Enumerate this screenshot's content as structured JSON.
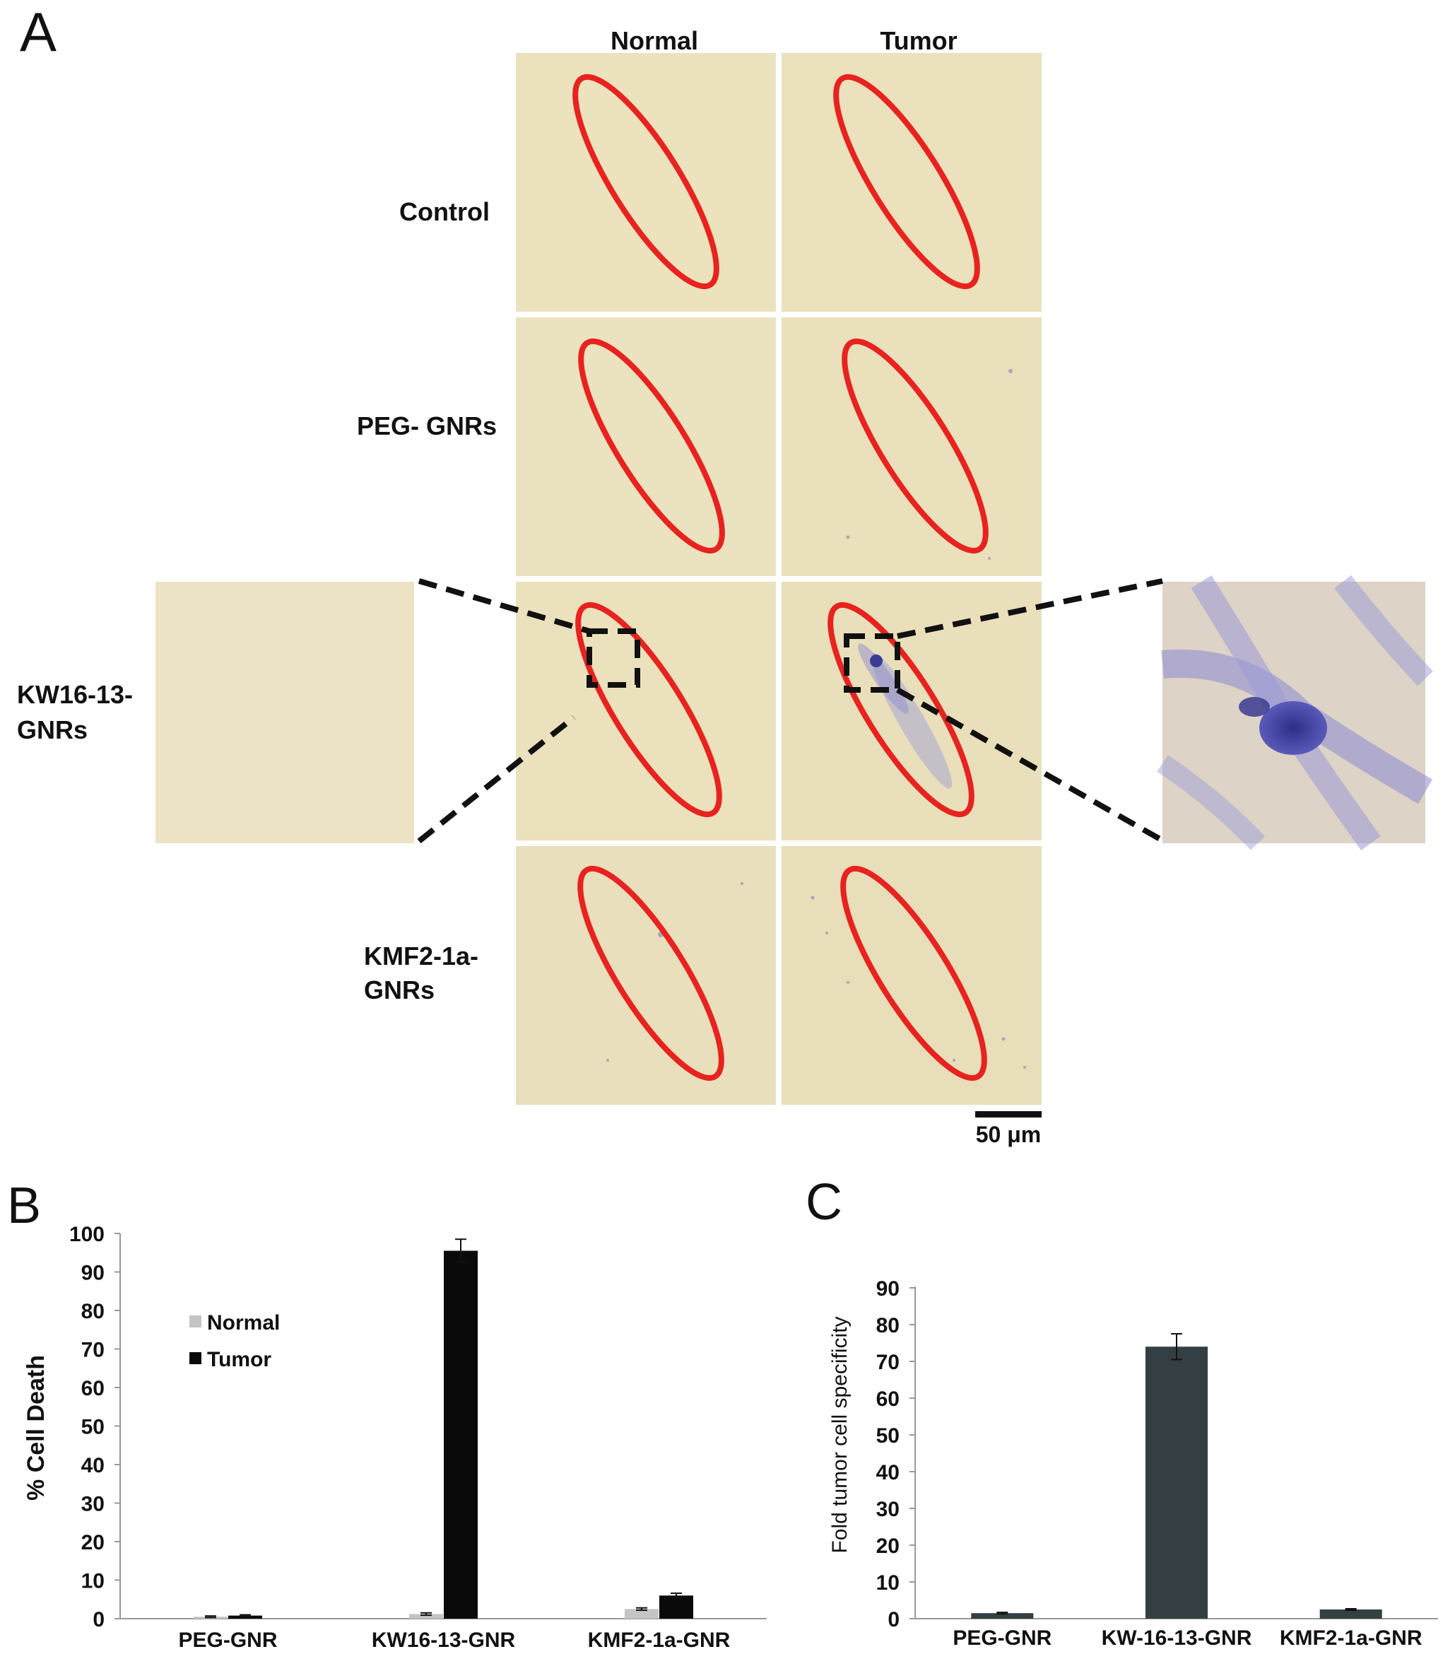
{
  "panel_a": {
    "panel_label": "A",
    "column_headers": [
      "Normal",
      "Tumor"
    ],
    "row_labels": [
      {
        "lines": [
          "Control"
        ]
      },
      {
        "lines": [
          "PEG- GNRs"
        ]
      },
      {
        "lines": [
          "KW16-13-",
          "GNRs"
        ]
      },
      {
        "lines": [
          "KMF2-1a-",
          "GNRs"
        ]
      }
    ],
    "scale_bar": "50 μm",
    "colors": {
      "tissue": "#ece2bd",
      "ellipse": "#e8231f",
      "stain": "#6f6fc4"
    }
  },
  "chart_data": [
    {
      "type": "bar",
      "panel_label": "B",
      "categories": [
        "PEG-GNR",
        "KW16-13-GNR",
        "KMF2-1a-GNR"
      ],
      "series": [
        {
          "name": "Normal",
          "values": [
            0.5,
            1.2,
            2.5
          ],
          "errors": [
            0.2,
            0.3,
            0.3
          ],
          "color": "#c4c4c4"
        },
        {
          "name": "Tumor",
          "values": [
            0.8,
            95.5,
            6.0
          ],
          "errors": [
            0.2,
            3.0,
            0.6
          ],
          "color": "#0a0a0a"
        }
      ],
      "ylabel": "% Cell Death",
      "ylim": [
        0,
        100
      ],
      "yticks": [
        0,
        10,
        20,
        30,
        40,
        50,
        60,
        70,
        80,
        90,
        100
      ],
      "legend": "upper-left"
    },
    {
      "type": "bar",
      "panel_label": "C",
      "categories": [
        "PEG-GNR",
        "KW-16-13-GNR",
        "KMF2-1a-GNR"
      ],
      "series": [
        {
          "values": [
            1.5,
            74,
            2.5
          ],
          "errors": [
            0.2,
            3.5,
            0.2
          ],
          "color": "#333f42"
        }
      ],
      "ylabel": "Fold tumor cell specificity",
      "ylim": [
        0,
        90
      ],
      "yticks": [
        0,
        10,
        20,
        30,
        40,
        50,
        60,
        70,
        80,
        90
      ]
    }
  ]
}
